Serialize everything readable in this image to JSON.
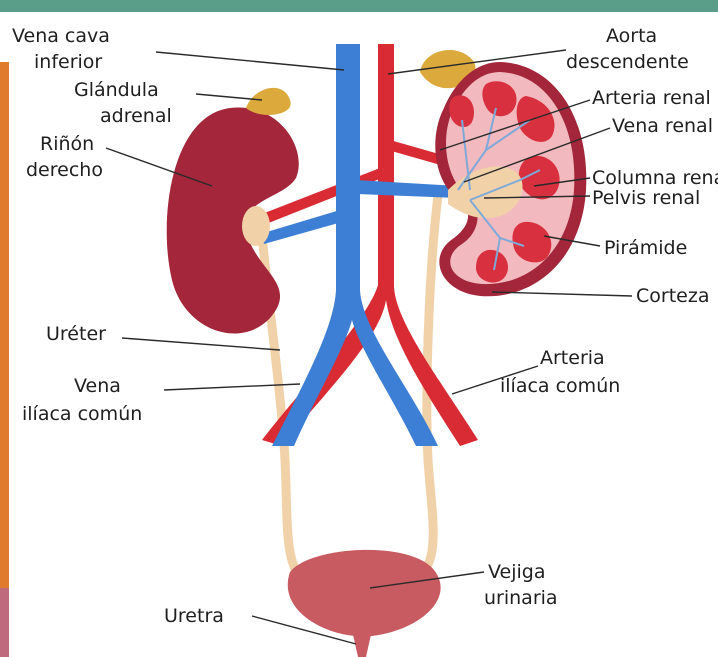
{
  "labels": {
    "vena_cava": [
      "Vena cava",
      "inferior"
    ],
    "aorta": [
      "Aorta",
      "descendente"
    ],
    "glandula": [
      "Glándula",
      "adrenal"
    ],
    "rinon": [
      "Riñón",
      "derecho"
    ],
    "arteria_renal": "Arteria renal",
    "vena_renal": "Vena renal",
    "columna_renal": "Columna renal",
    "pelvis_renal": "Pelvis renal",
    "piramide": "Pirámide",
    "corteza": "Corteza",
    "ureter": "Uréter",
    "arteria_iliaca": [
      "Arteria",
      "ilíaca común"
    ],
    "vena_iliaca": [
      "Vena",
      "ilíaca común"
    ],
    "vejiga": [
      "Vejiga",
      "urinaria"
    ],
    "uretra": "Uretra"
  },
  "colors": {
    "frame_top": "#5a9e8a",
    "frame_left_orange": "#e07b2e",
    "frame_left_pink": "#c06a7e",
    "vein_blue": "#3d7fd4",
    "artery_red": "#d92b34",
    "kidney_dark": "#a3263a",
    "kidney_section_fill": "#f2b9be",
    "pyramid": "#d8303e",
    "adrenal": "#dcaa3c",
    "ureter": "#f1d2a8",
    "bladder": "#c85a62"
  }
}
